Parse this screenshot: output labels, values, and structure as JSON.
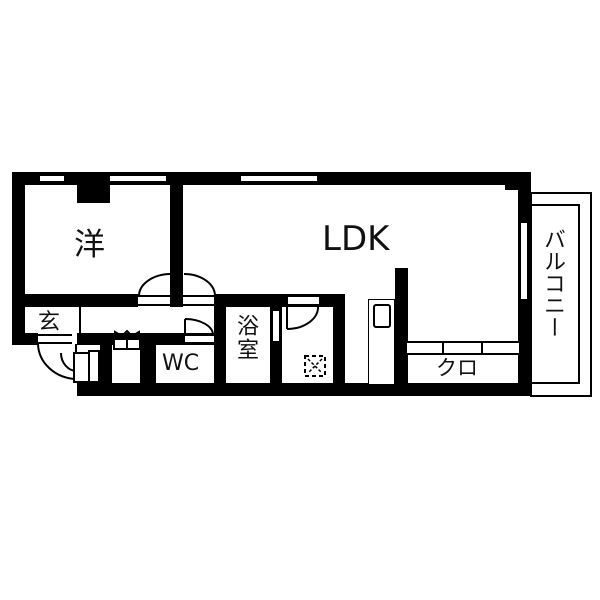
{
  "floor_plan": {
    "rooms": {
      "western_room": "洋",
      "ldk": "LDK",
      "entrance": "玄",
      "toilet": "WC",
      "bathroom": "浴室",
      "closet": "クロ",
      "balcony": "バルコニー"
    },
    "colors": {
      "wall": "#000000",
      "background": "#ffffff"
    }
  }
}
